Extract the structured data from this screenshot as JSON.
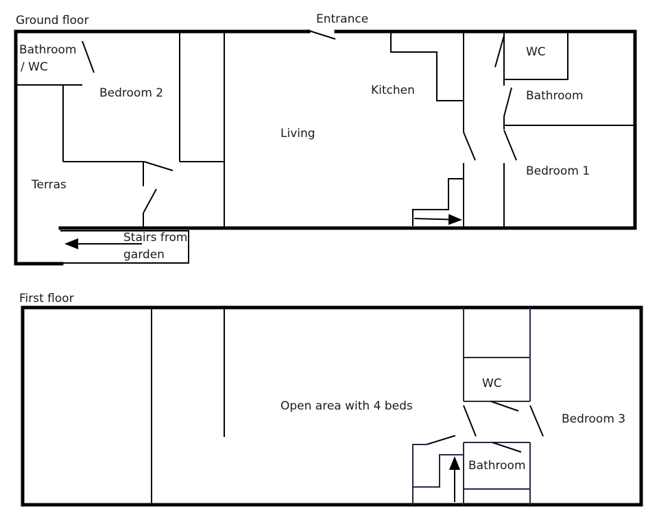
{
  "floors": {
    "ground": {
      "title": "Ground floor",
      "entrance": "Entrance",
      "rooms": {
        "bathroom_wc_line1": "Bathroom",
        "bathroom_wc_line2": "/ WC",
        "bedroom2": "Bedroom 2",
        "terras": "Terras",
        "living": "Living",
        "kitchen": "Kitchen",
        "wc": "WC",
        "bathroom": "Bathroom",
        "bedroom1": "Bedroom 1"
      },
      "stairs_line1": "Stairs from",
      "stairs_line2": "garden"
    },
    "first": {
      "title": "First floor",
      "rooms": {
        "open_area": "Open area with 4 beds",
        "wc": "WC",
        "bathroom": "Bathroom",
        "bedroom3": "Bedroom 3"
      }
    }
  }
}
